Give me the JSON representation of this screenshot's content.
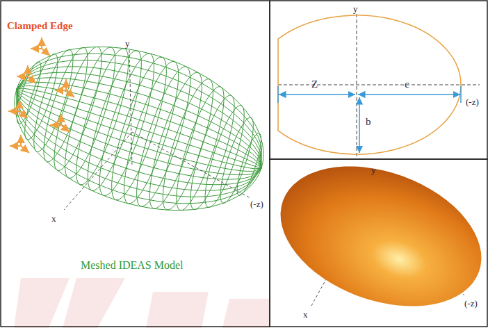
{
  "diagram": {
    "labels": [
      "Clamped Edge",
      "y",
      "(-z)",
      "x",
      "Meshed IDEAS Model",
      "y",
      "Z",
      "c",
      "(-z)",
      "b",
      "y",
      "x",
      "(-z)"
    ]
  }
}
